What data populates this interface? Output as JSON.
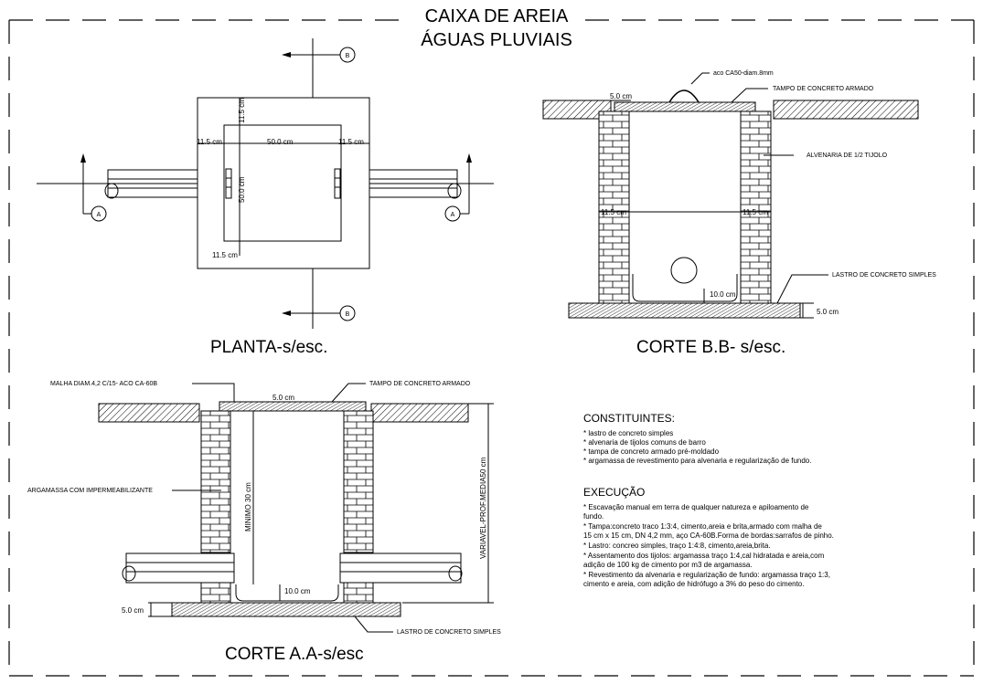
{
  "title": {
    "line1": "CAIXA DE AREIA",
    "line2": "ÁGUAS PLUVIAIS"
  },
  "views": {
    "plan": "PLANTA-s/esc.",
    "section_bb": "CORTE B.B- s/esc.",
    "section_aa": "CORTE A.A-s/esc"
  },
  "plan": {
    "dim_top": "11.5 cm",
    "dim_left": "11.5 cm",
    "dim_inner_width": "50.0 cm",
    "dim_right": "11.5 cm",
    "dim_inner_height": "50.0 cm",
    "dim_bottom": "11.5 cm",
    "marker_a": "A",
    "marker_b": "B"
  },
  "section_bb": {
    "label_steel": "aco CA50-diam.8mm",
    "label_cover": "TAMPO DE CONCRETO ARMADO",
    "label_wall": "ALVENARIA DE 1/2 TIJOLO",
    "label_base": "LASTRO DE CONCRETO SIMPLES",
    "dim_cover": "5.0 cm",
    "dim_wall_left": "11.5 cm",
    "dim_wall_right": "11.5 cm",
    "dim_floor": "10.0 cm",
    "dim_base": "5.0 cm"
  },
  "section_aa": {
    "label_mesh": "MALHA DIAM.4,2 C/15- ACO CA-60B",
    "label_cover": "TAMPO DE  CONCRETO ARMADO",
    "label_mortar": "ARGAMASSA COM IMPERMEABILIZANTE",
    "label_base": "LASTRO DE CONCRETO SIMPLES",
    "dim_cover": "5.0 cm",
    "dim_min": "MINIMO 30 cm",
    "dim_var": "VARIAVEL-PROF.MEDIA50 cm",
    "dim_floor": "10.0 cm",
    "dim_base": "5.0 cm"
  },
  "notes": {
    "constituents_title": "CONSTITUINTES:",
    "constituents": [
      "* lastro de concreto simples",
      "* alvenaria de tijolos comuns de barro",
      "* tampa de concreto armado pré-moldado",
      "* argamassa de revestimento para alvenaria e regularização de fundo."
    ],
    "execution_title": "EXECUÇÃO",
    "execution": [
      "* Escavação manual em terra de qualquer natureza e apiloamento de",
      "   fundo.",
      "* Tampa:concreto traco 1:3:4, cimento,areia e brita,armado com malha de",
      "   15 cm x 15 cm, DN 4,2 mm, aço CA-60B.Forma de bordas:sarrafos de pinho.",
      "* Lastro: concreo simples, traço 1:4:8, cimento,areia,brita.",
      "* Assentamento dos tijolos: argamassa traço 1:4,cal hidratada e areia,com",
      "   adição de 100 kg de cimento por m3 de argamassa.",
      "* Revestimento da alvenaria e regularização de fundo: argamassa traço 1:3,",
      "   cimento e areia, com adição de hidrófugo a 3% do peso do cimento."
    ]
  }
}
